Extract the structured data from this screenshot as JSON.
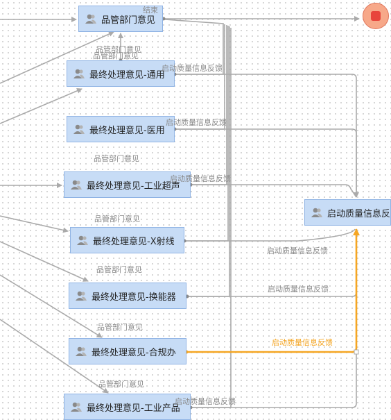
{
  "nodes": {
    "dept": "品管部门意见",
    "general": "最终处理意见-通用",
    "medical": "最终处理意见-医用",
    "ultrasound": "最终处理意见-工业超声",
    "xray": "最终处理意见-X射线",
    "transducer": "最终处理意见-换能器",
    "compliance": "最终处理意见-合规办",
    "industrial": "最终处理意见-工业产品",
    "feedback": "启动质量信息反馈"
  },
  "edge_labels": {
    "end": "结束",
    "dept_a": "品管部门意见",
    "dept_b": "品管部门意见",
    "dept_c": "品管部门意见",
    "dept_d": "品管部门意见",
    "dept_e": "品管部门意见",
    "dept_f": "品管部门意见",
    "dept_g": "品管部门意见",
    "fb_general": "启动质量信息反馈",
    "fb_medical": "启动质量信息反馈",
    "fb_ultrasound": "启动质量信息反馈",
    "fb_xray": "启动质量信息反馈",
    "fb_transducer": "启动质量信息反馈",
    "fb_compliance": "启动质量信息反馈",
    "fb_industrial": "启动质量信息反馈"
  },
  "colors": {
    "node_fill": "#c7dcf6",
    "node_border": "#8fb3e4",
    "edge": "#aaaaaa",
    "highlight": "#f5a623",
    "end_fill": "#f7a889",
    "end_stop": "#e8453c"
  },
  "icons": {
    "node": "user-task-icon",
    "end": "stop-icon"
  }
}
